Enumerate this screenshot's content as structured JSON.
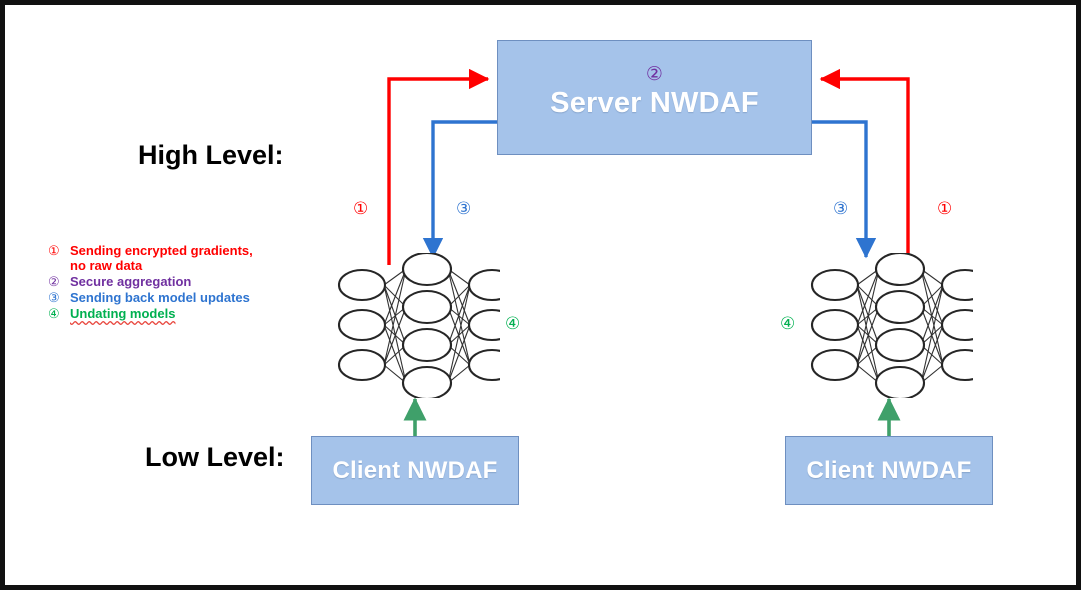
{
  "figure": {
    "border_color": "#111111",
    "background": "#ffffff"
  },
  "labels": {
    "high_level": "High Level:",
    "low_level": "Low Level:"
  },
  "nodes": {
    "server": {
      "title": "Server NWDAF",
      "marker": "②",
      "marker_color": "#7030A0",
      "fill": "#A5C3EA",
      "text_color": "#ffffff"
    },
    "client_left": {
      "title": "Client NWDAF",
      "fill": "#A5C3EA",
      "text_color": "#ffffff"
    },
    "client_right": {
      "title": "Client NWDAF",
      "fill": "#A5C3EA",
      "text_color": "#ffffff"
    }
  },
  "legend": {
    "items": [
      {
        "marker": "①",
        "text": "Sending encrypted gradients,\nno raw data",
        "color": "#FF0000"
      },
      {
        "marker": "②",
        "text": "Secure aggregation",
        "color": "#7030A0"
      },
      {
        "marker": "③",
        "text": "Sending back model updates",
        "color": "#2E74D0"
      },
      {
        "marker": "④",
        "text": "Undating models",
        "color": "#00B050",
        "misspelled": true
      }
    ]
  },
  "flow_badges": {
    "left_upload": "①",
    "left_download": "③",
    "left_update": "④",
    "right_upload": "①",
    "right_download": "③",
    "right_update": "④"
  },
  "colors": {
    "upload_arrow": "#FF0000",
    "download_arrow": "#2E74D0",
    "update_arrow": "#3FA06A",
    "aggregation": "#7030A0",
    "neural_node_stroke": "#262626"
  },
  "neural_network": {
    "layers": [
      3,
      4,
      3
    ],
    "node_fill": "#ffffff",
    "node_stroke": "#262626"
  }
}
